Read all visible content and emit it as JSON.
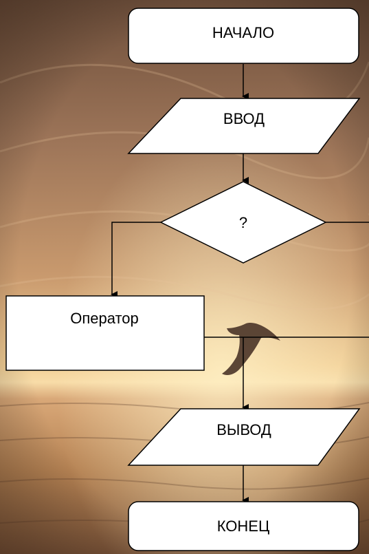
{
  "diagram": {
    "start_label": "НАЧАЛО",
    "input_label": "ВВОД",
    "decision_label": "?",
    "operator_label": "Оператор",
    "output_label": "ВЫВОД",
    "end_label": "КОНЕЦ"
  },
  "colors": {
    "sky_top": "#7d5c44",
    "sky_mid": "#c7956a",
    "horizon": "#f6d59b",
    "sea": "#b78456",
    "sea_dark": "#6b4a34",
    "shape_fill": "#ffffff",
    "line": "#000000"
  },
  "background_icon": "dolphin-icon"
}
